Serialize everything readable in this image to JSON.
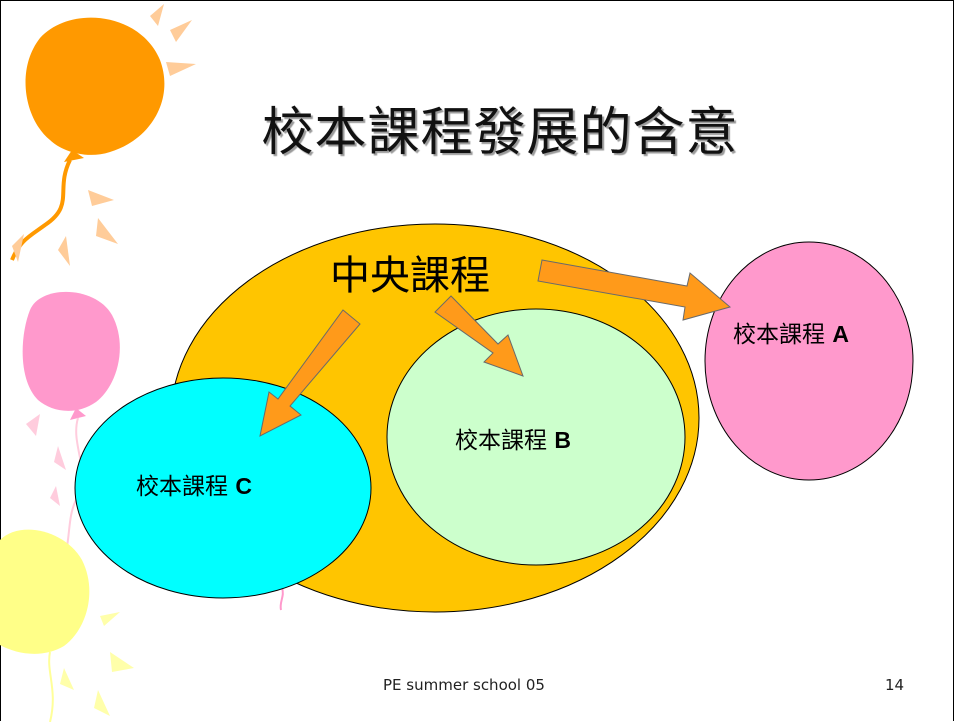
{
  "slide": {
    "title": "校本課程發展的含意",
    "footer_text": "PE summer school 05",
    "page_number": "14"
  },
  "diagram": {
    "central": {
      "label": "中央課程",
      "color": "#ffc500"
    },
    "nodes": [
      {
        "id": "a",
        "prefix": "校本課程",
        "letter": "A",
        "color": "#ff99cc"
      },
      {
        "id": "b",
        "prefix": "校本課程",
        "letter": "B",
        "color": "#ccffcc"
      },
      {
        "id": "c",
        "prefix": "校本課程",
        "letter": "C",
        "color": "#00ffff"
      }
    ],
    "arrow_color": "#ff9a1a"
  },
  "decoration": {
    "balloon_colors": [
      "#ff9900",
      "#ff99cc",
      "#ffff88"
    ],
    "icons": [
      "balloon-orange-icon",
      "balloon-pink-icon",
      "balloon-yellow-icon"
    ]
  }
}
